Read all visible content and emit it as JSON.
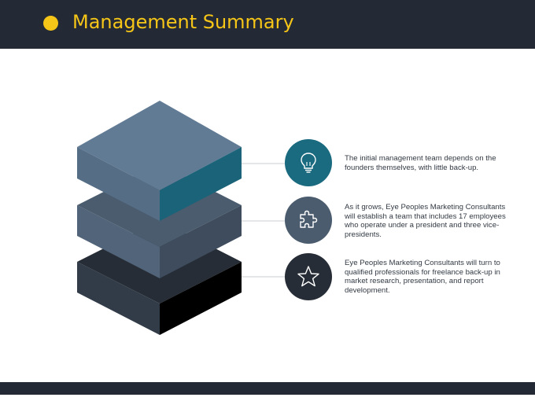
{
  "header": {
    "title": "Management Summary",
    "accent_color": "#f5c518",
    "background_color": "#242a35"
  },
  "diagram": {
    "layers": [
      {
        "position": "top",
        "top_color": "#617b95",
        "left_color": "#566d86",
        "right_color": "#1a6379"
      },
      {
        "position": "middle",
        "top_color": "#4a5c6e",
        "left_color": "#516479",
        "right_color": "#3e4c5d"
      },
      {
        "position": "bottom",
        "top_color": "#262d36",
        "left_color": "#313c48",
        "right_color": "#000000"
      }
    ],
    "items": [
      {
        "icon": "lightbulb-icon",
        "circle_color": "#1b6b80",
        "text": "The initial management team depends on the founders themselves, with little back-up."
      },
      {
        "icon": "puzzle-icon",
        "circle_color": "#4a5c6e",
        "text": "As it grows, Eye Peoples Marketing Consultants will establish a team that includes 17 employees who operate under a president and three vice-presidents."
      },
      {
        "icon": "star-icon",
        "circle_color": "#262d36",
        "text": "Eye Peoples Marketing Consultants will turn to qualified professionals for freelance back-up in market research, presentation, and report development."
      }
    ]
  }
}
